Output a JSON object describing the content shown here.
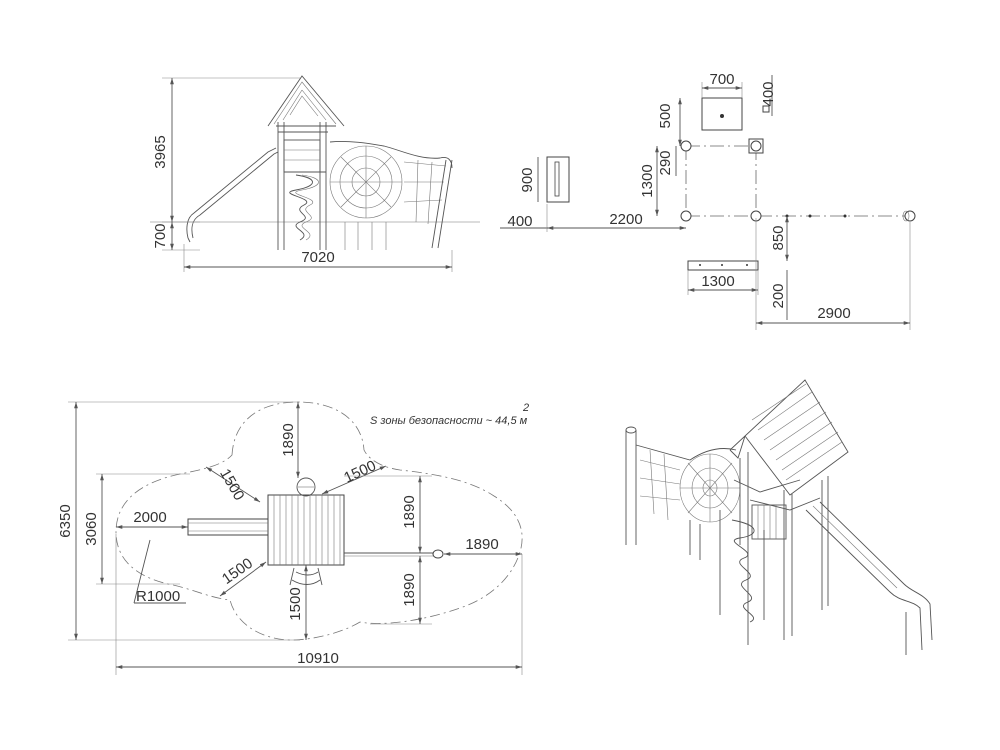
{
  "front_view": {
    "height_total": "3965",
    "height_below_ground": "700",
    "length": "7020"
  },
  "foundation_plan": {
    "width_top": "700",
    "depth_top": "400",
    "offset_top": "500",
    "spacing_v": "290",
    "height_v": "1300",
    "pad_height": "900",
    "dist_left": "400",
    "dist_mid": "2200",
    "dist_down": "850",
    "width_bottom": "1300",
    "offset_bottom": "200",
    "dist_right": "2900"
  },
  "safety_zone": {
    "area_label": "S зоны безопасности ~ 44,5 м",
    "area_sup": "2",
    "top": "1890",
    "diag_upper_left": "1500",
    "diag_upper_right": "1500",
    "diag_lower_left": "1500",
    "right_upper": "1890",
    "right_lower": "1890",
    "right_end": "1890",
    "bottom": "1500",
    "slide_run": "2000",
    "inner_height": "3060",
    "total_height": "6350",
    "total_length": "10910",
    "radius": "R1000"
  }
}
